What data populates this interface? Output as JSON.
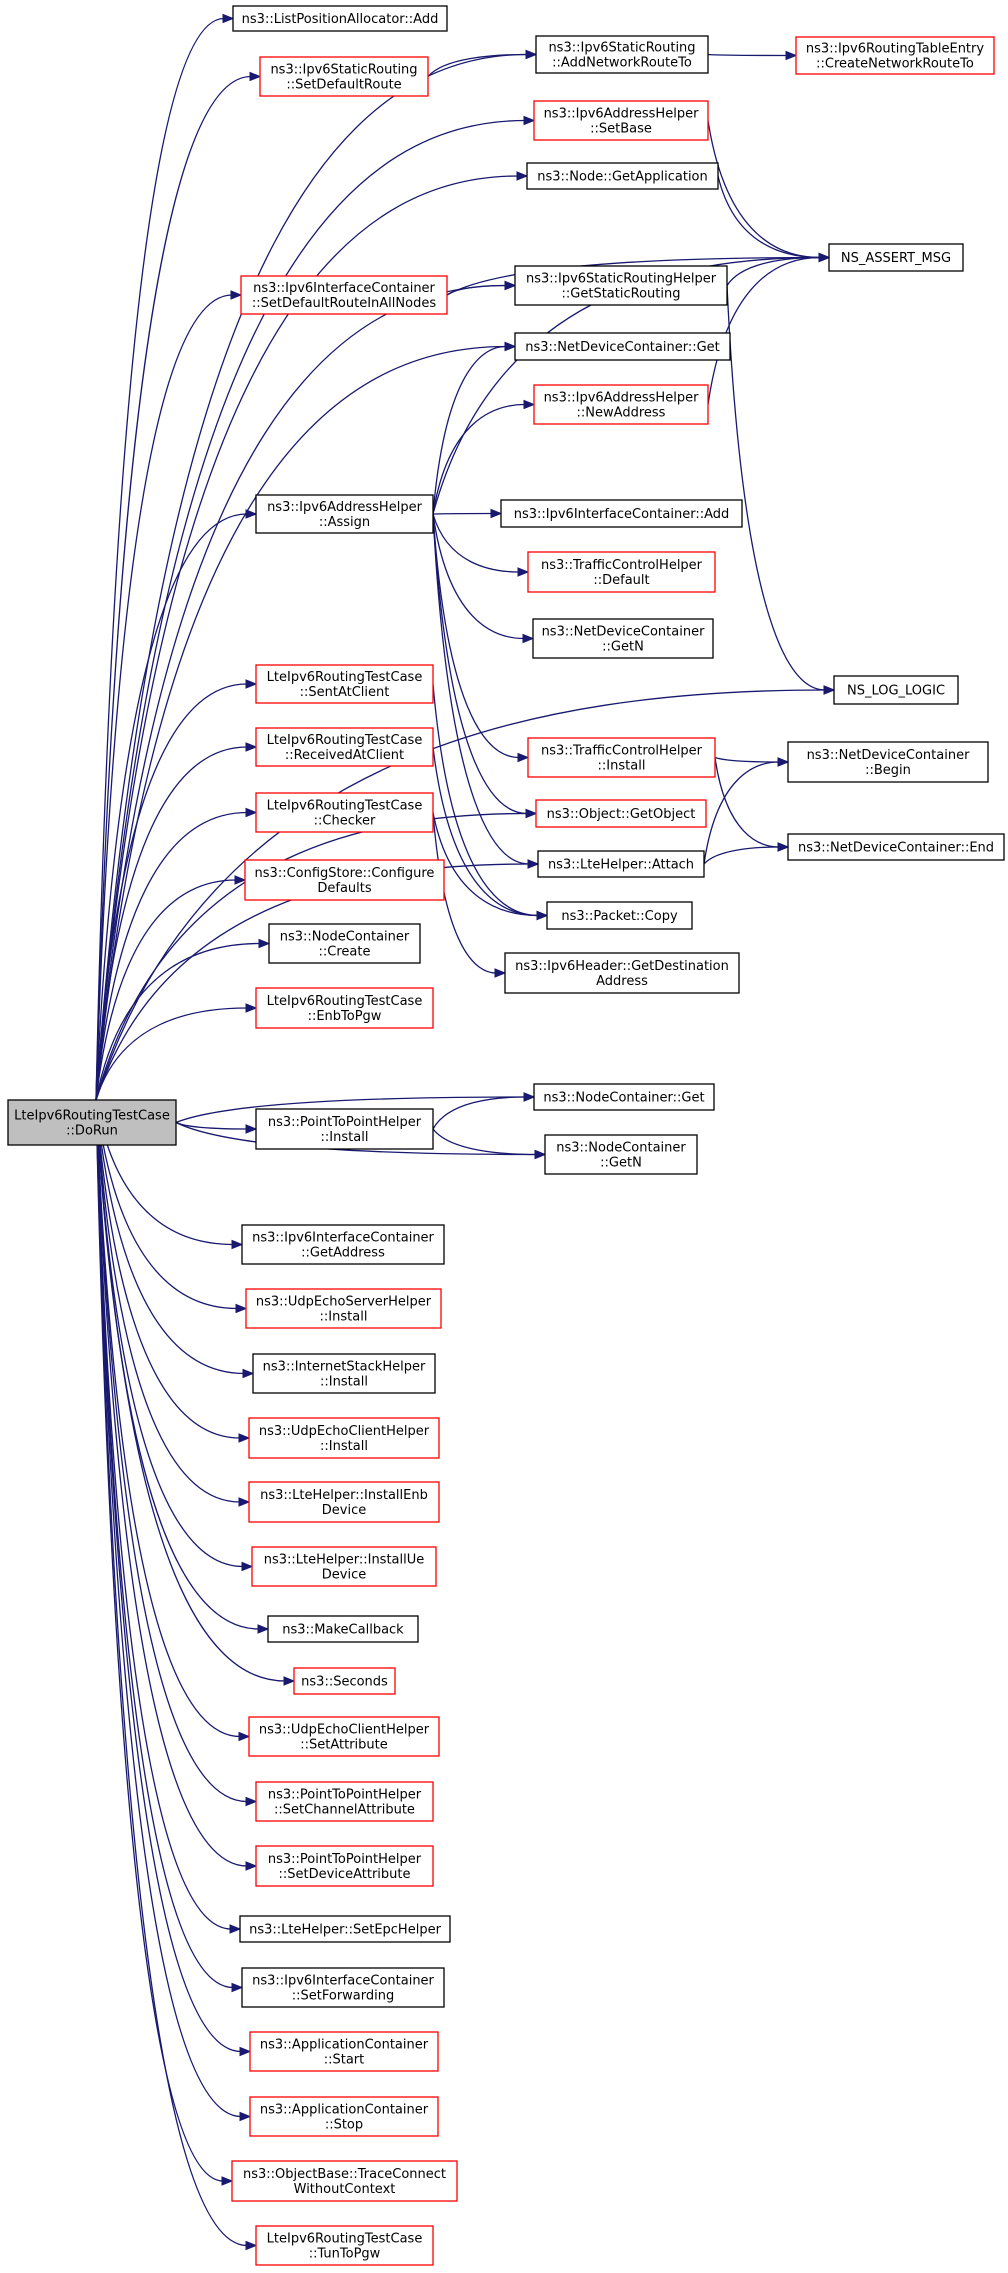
{
  "diagram": {
    "nodes": [
      {
        "id": "root",
        "lines": [
          "LteIpv6RoutingTestCase",
          "::DoRun"
        ],
        "style": "root",
        "link": false
      },
      {
        "id": "lpa_add",
        "lines": [
          "ns3::ListPositionAllocator::Add"
        ],
        "style": "black",
        "link": true
      },
      {
        "id": "sr_setdefault",
        "lines": [
          "ns3::Ipv6StaticRouting",
          "::SetDefaultRoute"
        ],
        "style": "red",
        "link": true
      },
      {
        "id": "sr_addnet",
        "lines": [
          "ns3::Ipv6StaticRouting",
          "::AddNetworkRouteTo"
        ],
        "style": "black",
        "link": true
      },
      {
        "id": "rte_create",
        "lines": [
          "ns3::Ipv6RoutingTableEntry",
          "::CreateNetworkRouteTo"
        ],
        "style": "red",
        "link": true
      },
      {
        "id": "ah_setbase",
        "lines": [
          "ns3::Ipv6AddressHelper",
          "::SetBase"
        ],
        "style": "red",
        "link": true
      },
      {
        "id": "node_getapp",
        "lines": [
          "ns3::Node::GetApplication"
        ],
        "style": "black",
        "link": true
      },
      {
        "id": "assert_msg",
        "lines": [
          "NS_ASSERT_MSG"
        ],
        "style": "black",
        "link": true
      },
      {
        "id": "ic_setdefault",
        "lines": [
          "ns3::Ipv6InterfaceContainer",
          "::SetDefaultRouteInAllNodes"
        ],
        "style": "red",
        "link": true
      },
      {
        "id": "srh_getstatic",
        "lines": [
          "ns3::Ipv6StaticRoutingHelper",
          "::GetStaticRouting"
        ],
        "style": "black",
        "link": true
      },
      {
        "id": "ndc_get",
        "lines": [
          "ns3::NetDeviceContainer::Get"
        ],
        "style": "black",
        "link": true
      },
      {
        "id": "ah_newaddr",
        "lines": [
          "ns3::Ipv6AddressHelper",
          "::NewAddress"
        ],
        "style": "red",
        "link": true
      },
      {
        "id": "ah_assign",
        "lines": [
          "ns3::Ipv6AddressHelper",
          "::Assign"
        ],
        "style": "black",
        "link": true
      },
      {
        "id": "ic_add",
        "lines": [
          "ns3::Ipv6InterfaceContainer::Add"
        ],
        "style": "black",
        "link": true
      },
      {
        "id": "tch_default",
        "lines": [
          "ns3::TrafficControlHelper",
          "::Default"
        ],
        "style": "red",
        "link": true
      },
      {
        "id": "ndc_getn",
        "lines": [
          "ns3::NetDeviceContainer",
          "::GetN"
        ],
        "style": "black",
        "link": true
      },
      {
        "id": "log_logic",
        "lines": [
          "NS_LOG_LOGIC"
        ],
        "style": "black",
        "link": true
      },
      {
        "id": "tc_sent",
        "lines": [
          "LteIpv6RoutingTestCase",
          "::SentAtClient"
        ],
        "style": "red",
        "link": true
      },
      {
        "id": "tc_received",
        "lines": [
          "LteIpv6RoutingTestCase",
          "::ReceivedAtClient"
        ],
        "style": "red",
        "link": true
      },
      {
        "id": "tch_install",
        "lines": [
          "ns3::TrafficControlHelper",
          "::Install"
        ],
        "style": "red",
        "link": true
      },
      {
        "id": "ndc_begin",
        "lines": [
          "ns3::NetDeviceContainer",
          "::Begin"
        ],
        "style": "black",
        "link": true
      },
      {
        "id": "tc_checker",
        "lines": [
          "LteIpv6RoutingTestCase",
          "::Checker"
        ],
        "style": "red",
        "link": true
      },
      {
        "id": "obj_getobject",
        "lines": [
          "ns3::Object::GetObject"
        ],
        "style": "red",
        "link": true
      },
      {
        "id": "lte_attach",
        "lines": [
          "ns3::LteHelper::Attach"
        ],
        "style": "black",
        "link": true
      },
      {
        "id": "ndc_end",
        "lines": [
          "ns3::NetDeviceContainer::End"
        ],
        "style": "black",
        "link": true
      },
      {
        "id": "cs_configure",
        "lines": [
          "ns3::ConfigStore::Configure",
          "Defaults"
        ],
        "style": "red",
        "link": true
      },
      {
        "id": "pkt_copy",
        "lines": [
          "ns3::Packet::Copy"
        ],
        "style": "black",
        "link": true
      },
      {
        "id": "nc_create",
        "lines": [
          "ns3::NodeContainer",
          "::Create"
        ],
        "style": "black",
        "link": true
      },
      {
        "id": "ipv6h_getdest",
        "lines": [
          "ns3::Ipv6Header::GetDestination",
          "Address"
        ],
        "style": "black",
        "link": true
      },
      {
        "id": "tc_enbtopgw",
        "lines": [
          "LteIpv6RoutingTestCase",
          "::EnbToPgw"
        ],
        "style": "red",
        "link": true
      },
      {
        "id": "nc_get",
        "lines": [
          "ns3::NodeContainer::Get"
        ],
        "style": "black",
        "link": true
      },
      {
        "id": "p2p_install",
        "lines": [
          "ns3::PointToPointHelper",
          "::Install"
        ],
        "style": "black",
        "link": true
      },
      {
        "id": "nc_getn",
        "lines": [
          "ns3::NodeContainer",
          "::GetN"
        ],
        "style": "black",
        "link": true
      },
      {
        "id": "ic_getaddr",
        "lines": [
          "ns3::Ipv6InterfaceContainer",
          "::GetAddress"
        ],
        "style": "black",
        "link": true
      },
      {
        "id": "ues_install",
        "lines": [
          "ns3::UdpEchoServerHelper",
          "::Install"
        ],
        "style": "red",
        "link": true
      },
      {
        "id": "ish_install",
        "lines": [
          "ns3::InternetStackHelper",
          "::Install"
        ],
        "style": "black",
        "link": true
      },
      {
        "id": "uec_install",
        "lines": [
          "ns3::UdpEchoClientHelper",
          "::Install"
        ],
        "style": "red",
        "link": true
      },
      {
        "id": "lte_installenb",
        "lines": [
          "ns3::LteHelper::InstallEnb",
          "Device"
        ],
        "style": "red",
        "link": true
      },
      {
        "id": "lte_installue",
        "lines": [
          "ns3::LteHelper::InstallUe",
          "Device"
        ],
        "style": "red",
        "link": true
      },
      {
        "id": "makecallback",
        "lines": [
          "ns3::MakeCallback"
        ],
        "style": "black",
        "link": true
      },
      {
        "id": "seconds",
        "lines": [
          "ns3::Seconds"
        ],
        "style": "red",
        "link": true
      },
      {
        "id": "uec_setattr",
        "lines": [
          "ns3::UdpEchoClientHelper",
          "::SetAttribute"
        ],
        "style": "red",
        "link": true
      },
      {
        "id": "p2p_setchan",
        "lines": [
          "ns3::PointToPointHelper",
          "::SetChannelAttribute"
        ],
        "style": "red",
        "link": true
      },
      {
        "id": "p2p_setdev",
        "lines": [
          "ns3::PointToPointHelper",
          "::SetDeviceAttribute"
        ],
        "style": "red",
        "link": true
      },
      {
        "id": "lte_setepc",
        "lines": [
          "ns3::LteHelper::SetEpcHelper"
        ],
        "style": "black",
        "link": true
      },
      {
        "id": "ic_setfwd",
        "lines": [
          "ns3::Ipv6InterfaceContainer",
          "::SetForwarding"
        ],
        "style": "black",
        "link": true
      },
      {
        "id": "ac_start",
        "lines": [
          "ns3::ApplicationContainer",
          "::Start"
        ],
        "style": "red",
        "link": true
      },
      {
        "id": "ac_stop",
        "lines": [
          "ns3::ApplicationContainer",
          "::Stop"
        ],
        "style": "red",
        "link": true
      },
      {
        "id": "ob_traceconnect",
        "lines": [
          "ns3::ObjectBase::TraceConnect",
          "WithoutContext"
        ],
        "style": "red",
        "link": true
      },
      {
        "id": "tc_tuntopgw",
        "lines": [
          "LteIpv6RoutingTestCase",
          "::TunToPgw"
        ],
        "style": "red",
        "link": true
      }
    ],
    "edges": [
      [
        "root",
        "lpa_add"
      ],
      [
        "root",
        "sr_setdefault"
      ],
      [
        "root",
        "sr_addnet"
      ],
      [
        "root",
        "ah_setbase"
      ],
      [
        "root",
        "node_getapp"
      ],
      [
        "root",
        "ic_setdefault"
      ],
      [
        "root",
        "srh_getstatic"
      ],
      [
        "root",
        "ndc_get"
      ],
      [
        "root",
        "ah_assign"
      ],
      [
        "root",
        "log_logic"
      ],
      [
        "root",
        "tc_sent"
      ],
      [
        "root",
        "tc_received"
      ],
      [
        "root",
        "tc_checker"
      ],
      [
        "root",
        "cs_configure"
      ],
      [
        "root",
        "nc_create"
      ],
      [
        "root",
        "tc_enbtopgw"
      ],
      [
        "root",
        "nc_get"
      ],
      [
        "root",
        "p2p_install"
      ],
      [
        "root",
        "nc_getn"
      ],
      [
        "root",
        "ic_getaddr"
      ],
      [
        "root",
        "ues_install"
      ],
      [
        "root",
        "ish_install"
      ],
      [
        "root",
        "uec_install"
      ],
      [
        "root",
        "lte_installenb"
      ],
      [
        "root",
        "lte_installue"
      ],
      [
        "root",
        "makecallback"
      ],
      [
        "root",
        "seconds"
      ],
      [
        "root",
        "uec_setattr"
      ],
      [
        "root",
        "p2p_setchan"
      ],
      [
        "root",
        "p2p_setdev"
      ],
      [
        "root",
        "lte_setepc"
      ],
      [
        "root",
        "ic_setfwd"
      ],
      [
        "root",
        "ac_start"
      ],
      [
        "root",
        "ac_stop"
      ],
      [
        "root",
        "ob_traceconnect"
      ],
      [
        "root",
        "tc_tuntopgw"
      ],
      [
        "root",
        "obj_getobject"
      ],
      [
        "root",
        "lte_attach"
      ],
      [
        "sr_setdefault",
        "sr_addnet"
      ],
      [
        "sr_addnet",
        "rte_create"
      ],
      [
        "ah_setbase",
        "assert_msg"
      ],
      [
        "node_getapp",
        "assert_msg"
      ],
      [
        "ic_setdefault",
        "srh_getstatic"
      ],
      [
        "ic_setdefault",
        "assert_msg"
      ],
      [
        "srh_getstatic",
        "assert_msg"
      ],
      [
        "srh_getstatic",
        "log_logic"
      ],
      [
        "ah_newaddr",
        "assert_msg"
      ],
      [
        "ah_assign",
        "ndc_get"
      ],
      [
        "ah_assign",
        "ah_newaddr"
      ],
      [
        "ah_assign",
        "assert_msg"
      ],
      [
        "ah_assign",
        "ic_add"
      ],
      [
        "ah_assign",
        "tch_default"
      ],
      [
        "ah_assign",
        "ndc_getn"
      ],
      [
        "ah_assign",
        "tch_install"
      ],
      [
        "ah_assign",
        "obj_getobject"
      ],
      [
        "ah_assign",
        "lte_attach"
      ],
      [
        "tc_sent",
        "pkt_copy"
      ],
      [
        "tc_received",
        "pkt_copy"
      ],
      [
        "tc_checker",
        "pkt_copy"
      ],
      [
        "tc_checker",
        "ipv6h_getdest"
      ],
      [
        "tch_install",
        "ndc_begin"
      ],
      [
        "tch_install",
        "ndc_end"
      ],
      [
        "lte_attach",
        "ndc_begin"
      ],
      [
        "lte_attach",
        "ndc_end"
      ],
      [
        "p2p_install",
        "nc_get"
      ],
      [
        "p2p_install",
        "nc_getn"
      ]
    ]
  },
  "colors": {
    "edge": "#191970",
    "link_border": "#000000",
    "missing_border": "#ff0000",
    "root_fill": "#bfbfbf"
  }
}
